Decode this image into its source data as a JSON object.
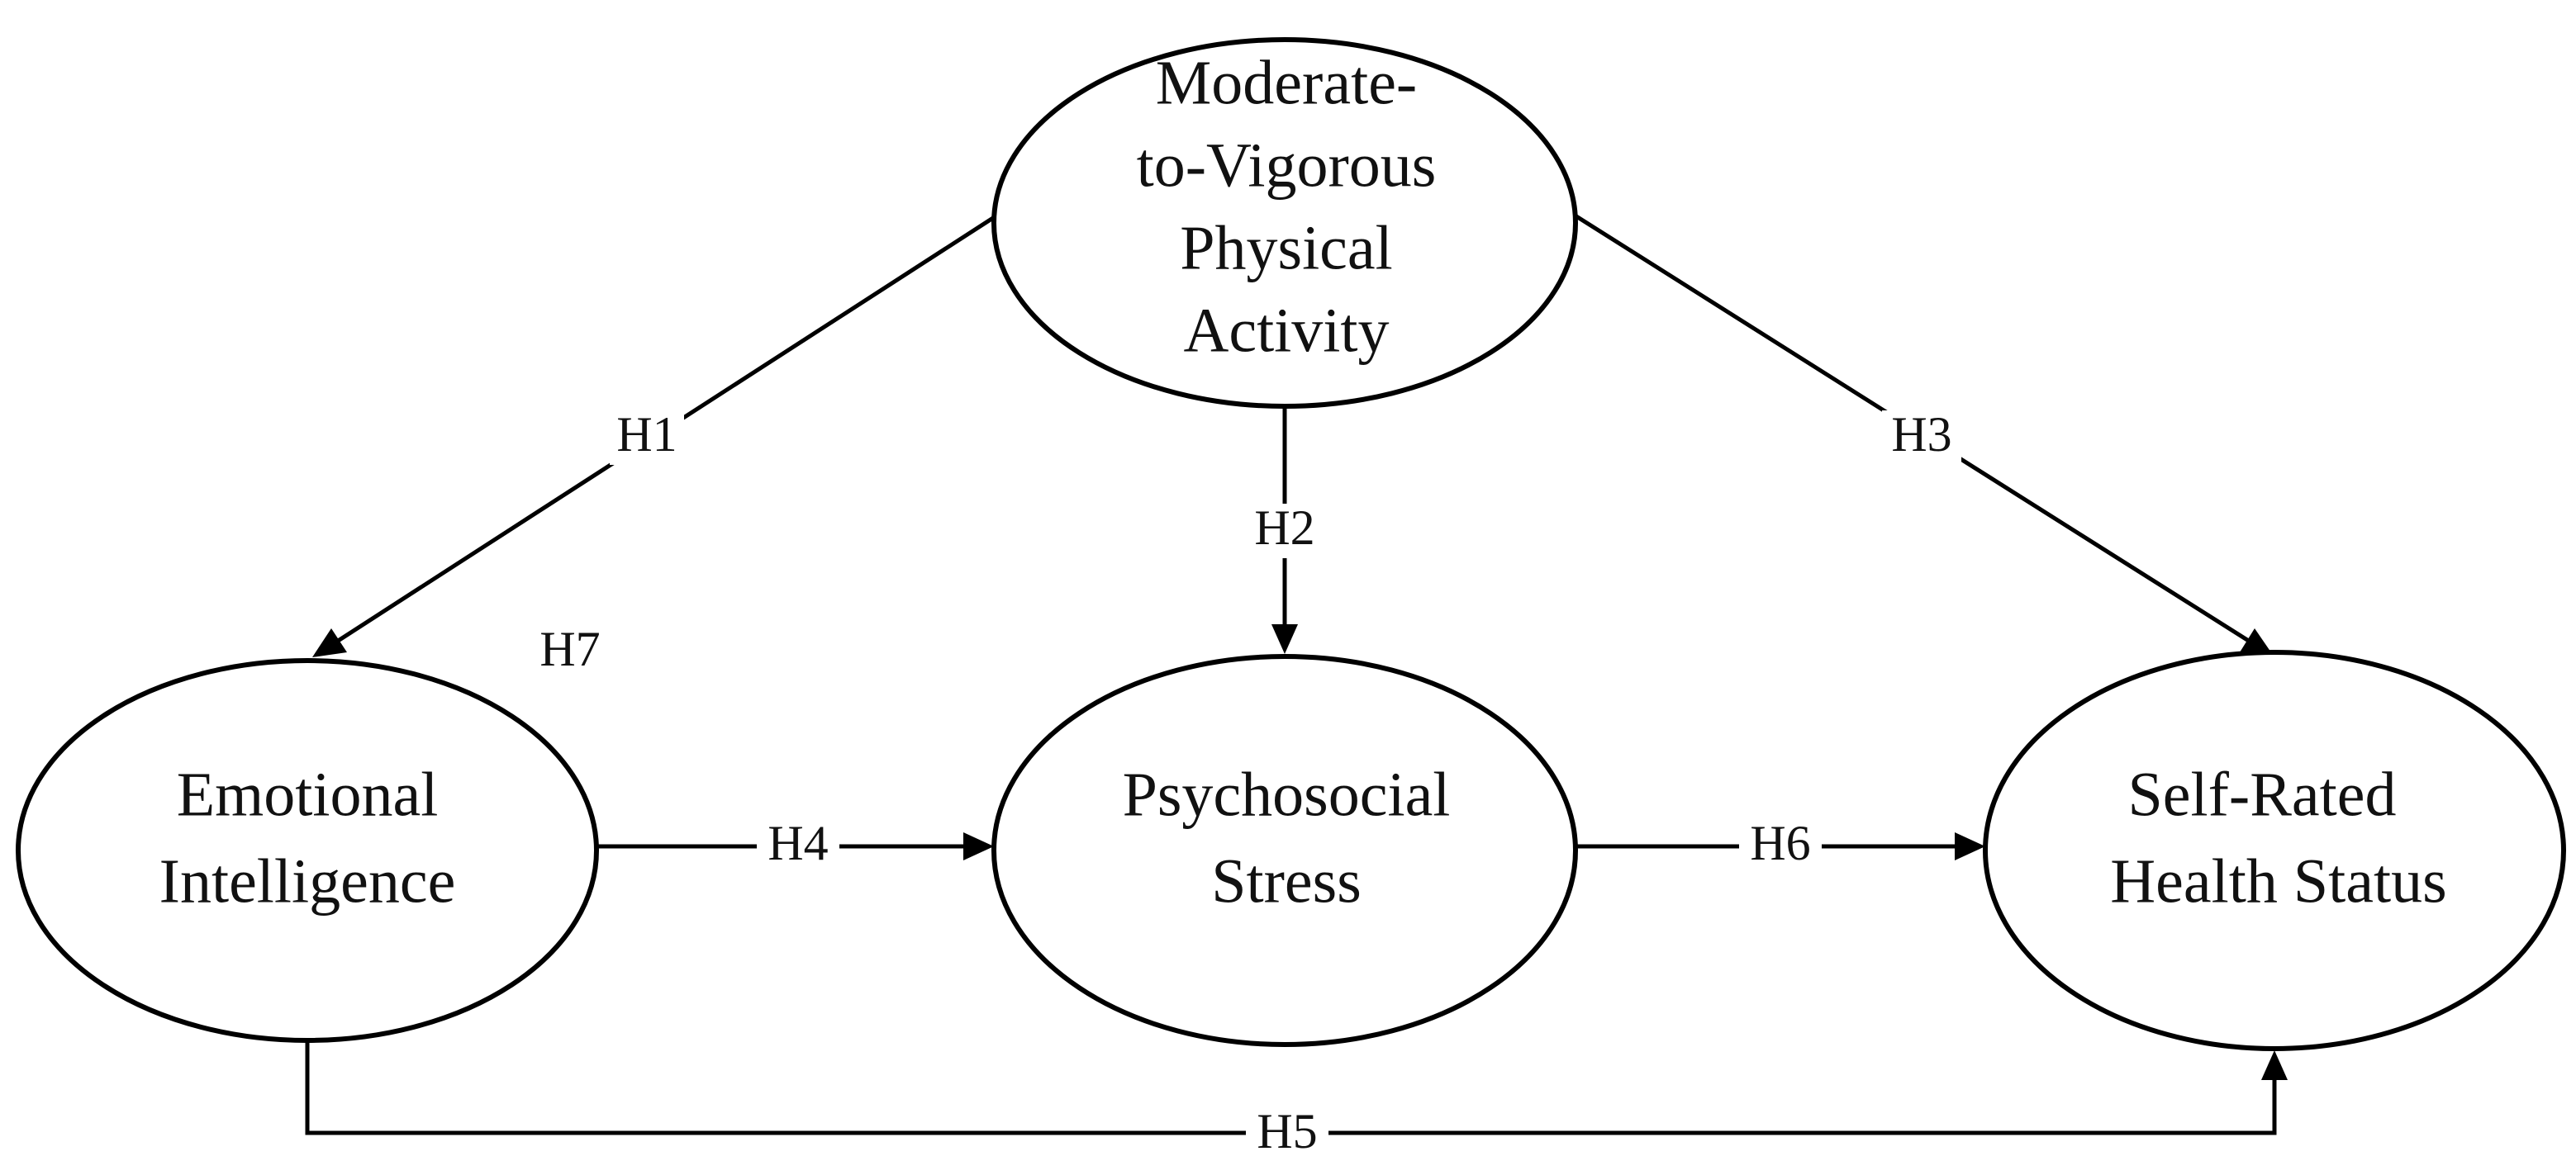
{
  "nodes": {
    "mvpa": {
      "lines": [
        "Moderate-",
        "to-Vigorous",
        "Physical",
        "Activity"
      ]
    },
    "ei": {
      "lines": [
        "Emotional",
        "Intelligence"
      ]
    },
    "stress": {
      "lines": [
        "Psychosocial",
        "Stress"
      ]
    },
    "health": {
      "lines": [
        "Self-Rated",
        "Health Status"
      ]
    }
  },
  "edges": {
    "h1": "H1",
    "h2": "H2",
    "h3": "H3",
    "h4": "H4",
    "h5": "H5",
    "h6": "H6",
    "h7": "H7"
  }
}
